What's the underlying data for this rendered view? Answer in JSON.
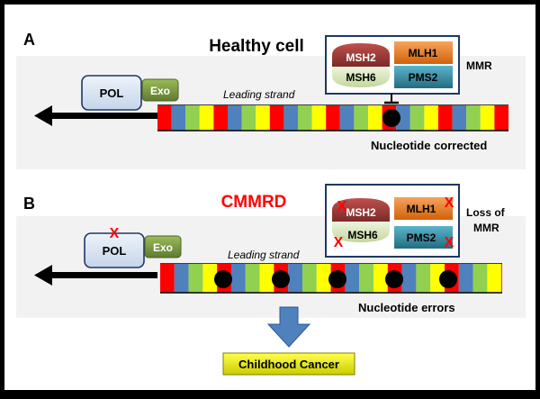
{
  "panel_a": {
    "letter": "A",
    "title": "Healthy cell",
    "pol_label": "POL",
    "exo_label": "Exo",
    "strand_label": "Leading strand",
    "mmr_label": "MMR",
    "msh2": "MSH2",
    "msh6": "MSH6",
    "mlh1": "MLH1",
    "pms2": "PMS2",
    "result": "Nucleotide corrected"
  },
  "panel_b": {
    "letter": "B",
    "title": "CMMRD",
    "pol_label": "POL",
    "exo_label": "Exo",
    "strand_label": "Leading strand",
    "mmr_label_line1": "Loss of",
    "mmr_label_line2": "MMR",
    "msh2": "MSH2",
    "msh6": "MSH6",
    "mlh1": "MLH1",
    "pms2": "PMS2",
    "result": "Nucleotide errors",
    "outcome": "Childhood Cancer"
  },
  "mutation_mark": "X",
  "colors": {
    "red": "#ff0000",
    "blue": "#4f81bd",
    "green": "#92d050",
    "yellow": "#ffff00",
    "pol_fill": "#dce6f2",
    "exo_fill": "#77933c",
    "msh2_fill": "#953735",
    "msh6_fill": "#d7e4bd",
    "mlh1_fill": "#e46c0a",
    "pms2_fill": "#31859c",
    "outcome_fill": "#e6e600",
    "arrow_fill": "#4f81bd",
    "title_b": "#ff0000"
  }
}
